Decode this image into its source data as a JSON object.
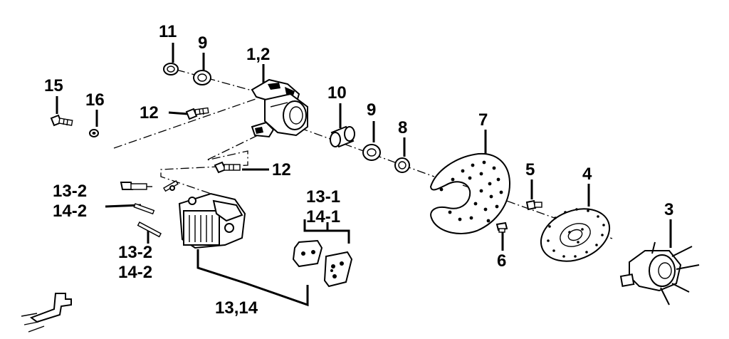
{
  "labels": {
    "l11": "11",
    "l9a": "9",
    "l12": "1,2",
    "l15": "15",
    "l16": "16",
    "l12a": "12",
    "l10": "10",
    "l9b": "9",
    "l8": "8",
    "l7": "7",
    "l12b": "12",
    "l5": "5",
    "l4": "4",
    "l3": "3",
    "l132a": "13-2",
    "l142a": "14-2",
    "l131": "13-1",
    "l141": "14-1",
    "l132b": "13-2",
    "l142b": "14-2",
    "l6": "6",
    "l1314": "13,14"
  }
}
